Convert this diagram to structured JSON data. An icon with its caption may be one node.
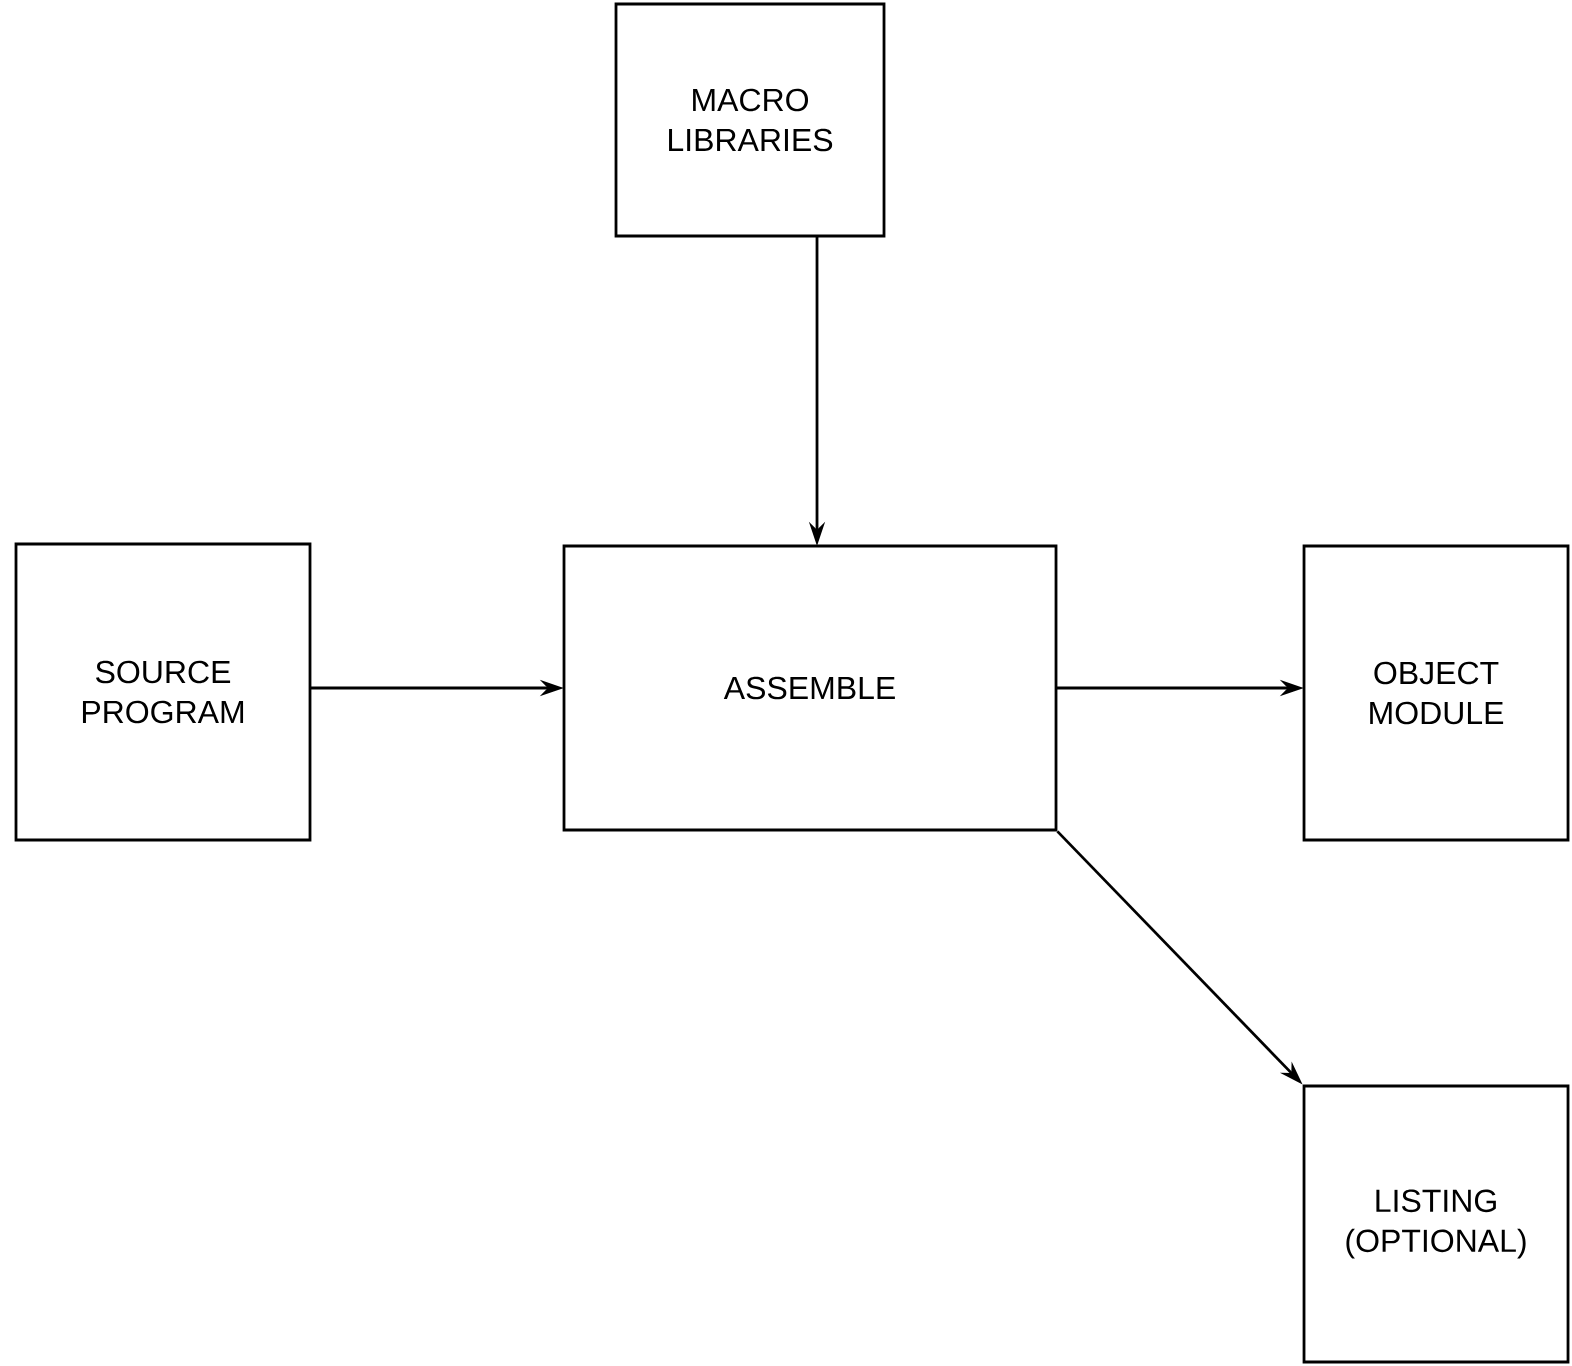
{
  "diagram": {
    "nodes": [
      {
        "text": [
          "MACRO LIBRARIES"
        ]
      },
      {
        "text": [
          "SOURCE PROGRAM"
        ]
      },
      {
        "text": [
          "ASSEMBLE"
        ]
      },
      {
        "text": [
          "OBJECT MODULE"
        ]
      },
      {
        "text": [
          "LISTING (OPTIONAL)"
        ]
      }
    ],
    "edges": [
      {
        "from": 0,
        "to": 2,
        "arrow": "to"
      },
      {
        "from": 1,
        "to": 2,
        "arrow": "to"
      },
      {
        "from": 2,
        "to": 3,
        "arrow": "to"
      },
      {
        "from": 2,
        "to": 4,
        "arrow": "to"
      }
    ]
  }
}
